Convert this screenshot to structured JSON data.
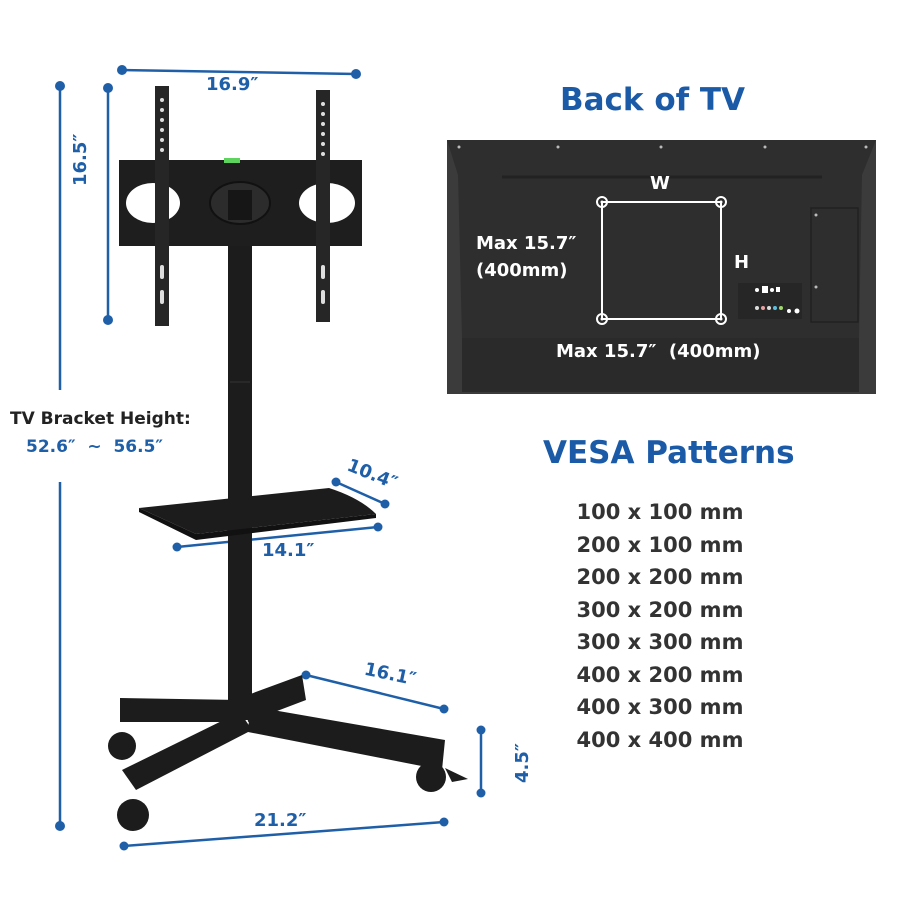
{
  "colors": {
    "dimension_blue": "#1f5fa8",
    "title_blue": "#1a5aa6",
    "product_black": "#1c1c1c",
    "tv_back": "#3a3a3a",
    "text_dark": "#333333"
  },
  "stand": {
    "dimensions": {
      "bracket_width": "16.9″",
      "bracket_height": "16.5″",
      "shelf_depth": "10.4″",
      "shelf_width": "14.1″",
      "base_depth": "16.1″",
      "base_width": "21.2″",
      "base_height": "4.5″"
    },
    "bracket_height_label": "TV Bracket Height:",
    "bracket_height_range": "52.6″  ~  56.5″"
  },
  "back_of_tv": {
    "title": "Back of TV",
    "width_label": "W",
    "height_label": "H",
    "max_height_line1": "Max 15.7″",
    "max_height_line2": "(400mm)",
    "max_width": "Max 15.7″  (400mm)"
  },
  "vesa": {
    "title": "VESA Patterns",
    "patterns": [
      "100 x 100 mm",
      "200 x 100 mm",
      "200 x 200 mm",
      "300 x 200 mm",
      "300 x 300 mm",
      "400 x 200 mm",
      "400 x 300 mm",
      "400 x 400 mm"
    ]
  }
}
